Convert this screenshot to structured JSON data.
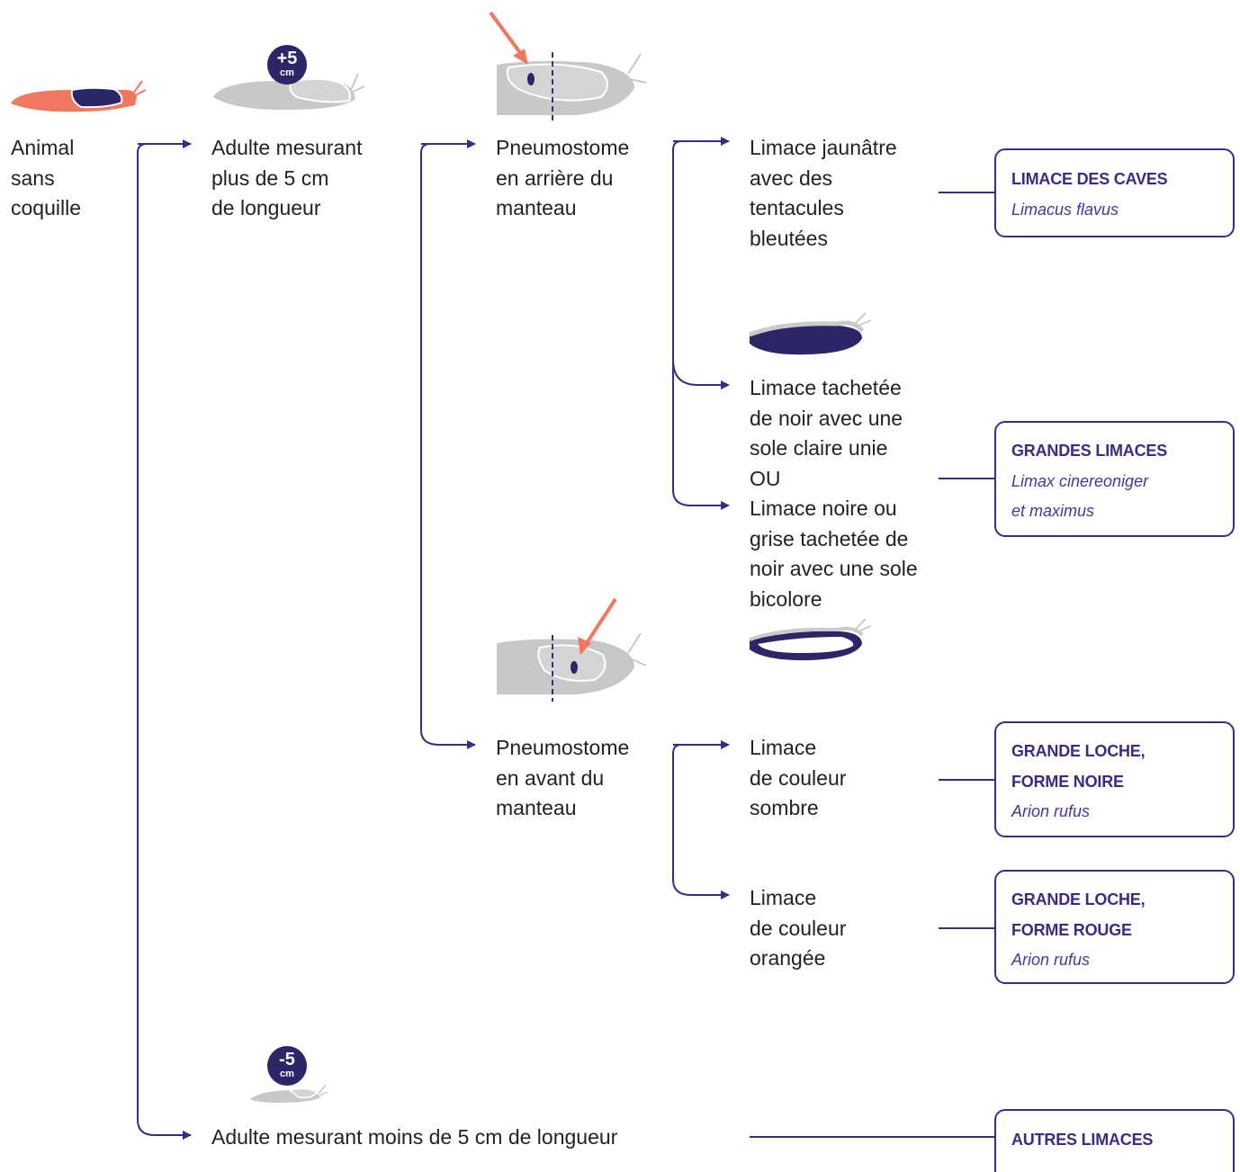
{
  "nodes": {
    "root": [
      "Animal",
      "sans",
      "coquille"
    ],
    "big": [
      "Adulte mesurant",
      "plus de 5 cm",
      "de longueur"
    ],
    "small": [
      "Adulte mesurant moins de 5 cm de longueur"
    ],
    "pneumo_back": [
      "Pneumostome",
      "en arrière du",
      "manteau"
    ],
    "pneumo_front": [
      "Pneumostome",
      "en avant du",
      "manteau"
    ],
    "yellow": [
      "Limace jaunâtre",
      "avec des",
      "tentacules",
      "bleutées"
    ],
    "spotted": [
      "Limace tachetée",
      "de noir avec une",
      "sole claire unie",
      "OU"
    ],
    "black_grey": [
      "Limace noire ou",
      "grise tachetée de",
      "noir avec une sole",
      "bicolore"
    ],
    "dark": [
      "Limace",
      "de couleur",
      "sombre"
    ],
    "orange": [
      "Limace",
      "de couleur",
      "orangée"
    ]
  },
  "results": {
    "caves": {
      "name": "LIMACE DES CAVES",
      "sci": [
        "Limacus flavus"
      ]
    },
    "grandes": {
      "name": "GRANDES LIMACES",
      "sci": [
        "Limax cinereoniger",
        "et maximus"
      ]
    },
    "loche_noire": {
      "name": [
        "GRANDE LOCHE,",
        "FORME NOIRE"
      ],
      "sci": [
        "Arion rufus"
      ]
    },
    "loche_rouge": {
      "name": [
        "GRANDE LOCHE,",
        "FORME ROUGE"
      ],
      "sci": [
        "Arion rufus"
      ]
    },
    "autres": {
      "name": "AUTRES LIMACES"
    }
  },
  "badges": {
    "plus": {
      "value": "+5",
      "unit": "cm"
    },
    "minus": {
      "value": "-5",
      "unit": "cm"
    }
  },
  "colors": {
    "line": "#3e2a86",
    "navy": "#2b2668",
    "salmon": "#f07860",
    "grey": "#cbcbcb"
  }
}
